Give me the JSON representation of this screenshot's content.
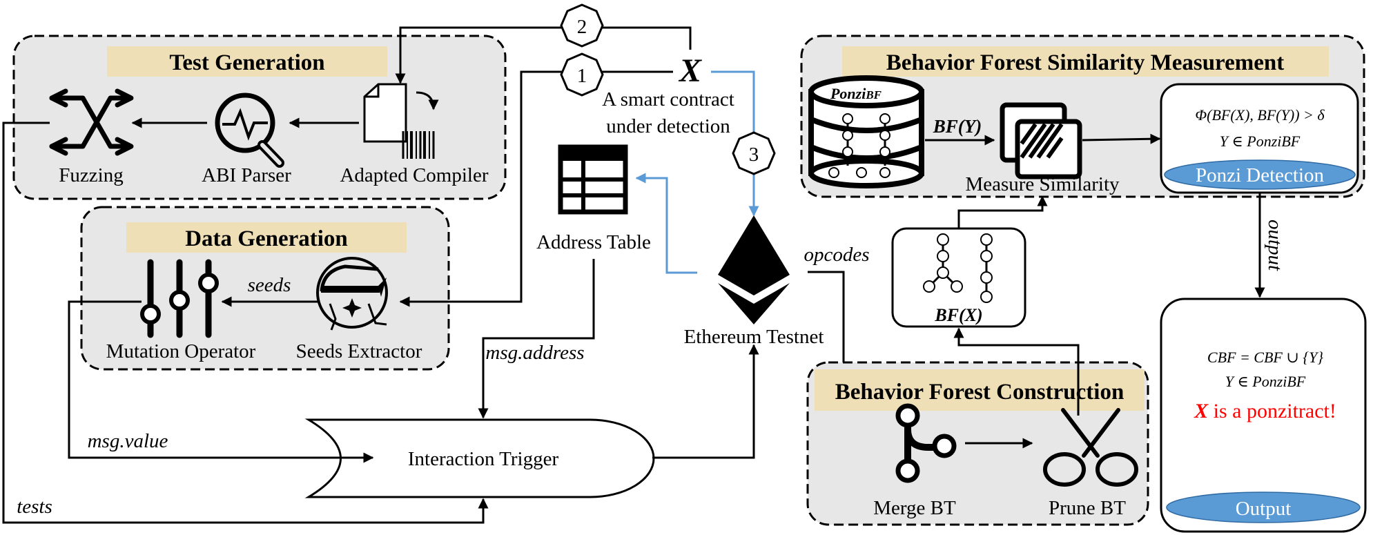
{
  "panels": {
    "test_generation": {
      "title": "Test Generation",
      "fuzzing": "Fuzzing",
      "abi_parser": "ABI Parser",
      "adapted_compiler": "Adapted Compiler"
    },
    "data_generation": {
      "title": "Data Generation",
      "mutation_operator": "Mutation Operator",
      "seeds_extractor": "Seeds Extractor",
      "seeds": "seeds"
    },
    "similarity": {
      "title": "Behavior Forest Similarity Measurement",
      "db_label_main": "Ponzi",
      "db_label_sub": "BF",
      "bf_y": "BF(Y)",
      "measure_similarity": "Measure Similarity",
      "condition_1": "Φ(BF(X), BF(Y)) > δ",
      "condition_2": "Y ∈ PonziBF",
      "ponzi_detection": "Ponzi Detection"
    },
    "construction": {
      "title": "Behavior Forest Construction",
      "merge_bt": "Merge BT",
      "prune_bt": "Prune BT",
      "bf_x": "BF(X)"
    },
    "output": {
      "line_1": "CBF = CBF ∪ {Y}",
      "line_2": "Y ∈ PonziBF",
      "result_x": "X",
      "result_text": " is a ponzitract!",
      "button": "Output"
    }
  },
  "contract": {
    "symbol": "X",
    "line_1": "A smart contract",
    "line_2": "under detection"
  },
  "steps": [
    "1",
    "2",
    "3"
  ],
  "nodes": {
    "address_table": "Address Table",
    "ethereum_testnet": "Ethereum Testnet",
    "interaction_trigger": "Interaction Trigger"
  },
  "edge_labels": {
    "opcodes": "opcodes",
    "msg_address": "msg.address",
    "msg_value": "msg.value",
    "tests": "tests",
    "output": "output"
  },
  "colors": {
    "panel_fill": "#e7e7e7",
    "title_highlight": "#efdfb6",
    "detection_button": "#5b9bd5",
    "result_red": "#ff0000",
    "blue_edge": "#5b9bd5"
  }
}
